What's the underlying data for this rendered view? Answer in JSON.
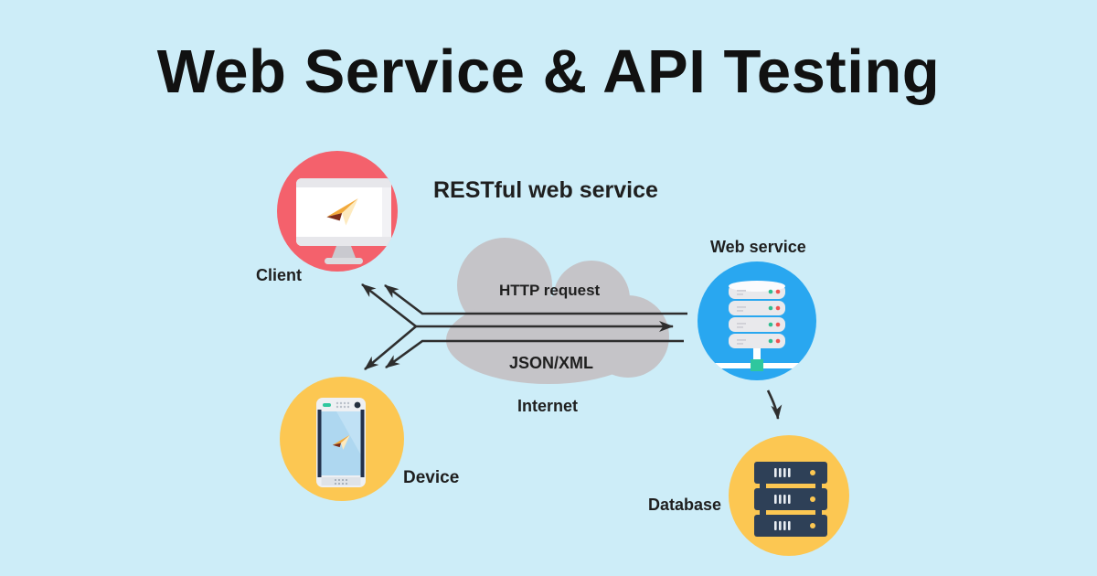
{
  "title": "Web Service & API Testing",
  "diagram": {
    "subtitle": "RESTful web service",
    "cloud": {
      "label": "Internet",
      "request": "HTTP request",
      "response": "JSON/XML"
    },
    "nodes": {
      "client": "Client",
      "device": "Device",
      "web_service": "Web service",
      "database": "Database"
    }
  },
  "icons": {
    "client": "monitor-icon",
    "device": "smartphone-icon",
    "web_service": "server-stack-icon",
    "database": "database-rack-icon",
    "cloud": "cloud-shape",
    "send": "paper-plane-icon"
  },
  "colors": {
    "background": "#cdedf8",
    "title_text": "#111111",
    "label_text": "#1f1f1f",
    "client_circle": "#f4616c",
    "device_circle": "#fcc752",
    "web_service_circle": "#29a7f0",
    "database_circle": "#fcc752",
    "cloud": "#c5c4c8",
    "arrow": "#2e2e2e",
    "server_navy": "#2e4057",
    "teal_accent": "#2fc79e",
    "plane_gold": "#f2a93b",
    "plane_cream": "#fdeabf",
    "plane_shadow": "#7c2d1a",
    "dot_green": "#2fbd8f",
    "dot_red": "#ef5350"
  }
}
